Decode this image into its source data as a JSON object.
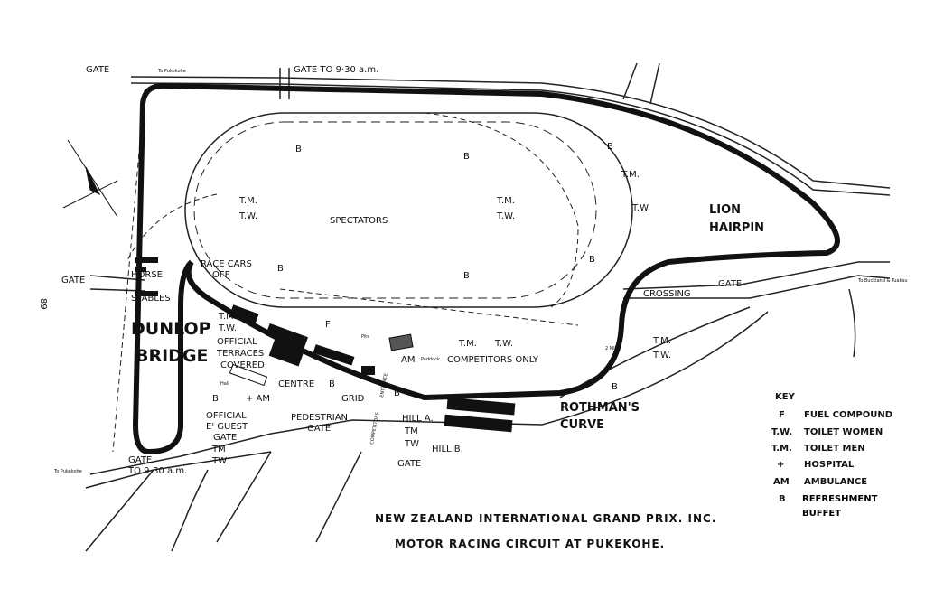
{
  "title_line1": "NEW ZEALAND INTERNATIONAL GRAND PRIX. INC.",
  "title_line2": "MOTOR RACING CIRCUIT AT PUKEKOHE.",
  "page_number": "89",
  "labels": {
    "gate_top_left": "GATE",
    "to_pukekohe_top": "To Pukekohe",
    "gate_top": "GATE TO 9·30 a.m.",
    "spectators": "SPECTATORS",
    "lion_hairpin_1": "LION",
    "lion_hairpin_2": "HAIRPIN",
    "crossing": "CROSSING",
    "gate_right": "GATE",
    "to_buckland": "To Buckland & Tuakau",
    "gate_left": "GATE",
    "horse": "HORSE",
    "stables": "STABLES",
    "race_cars_off_1": "RACE CARS",
    "race_cars_off_2": "OFF",
    "dunlop": "DUNLOP",
    "bridge": "BRIDGE",
    "official_terraces": "OFFICIAL",
    "terraces": "TERRACES",
    "covered": "COVERED",
    "hall": "Hall",
    "am_hall": "+ AM",
    "centre": "CENTRE",
    "grid": "GRID",
    "fuel": "F",
    "pits": "Pits",
    "am_paddock": "AM",
    "paddock": "Paddock",
    "competitors_only": "COMPETITORS ONLY",
    "entrance": "ENTRANCE",
    "competitors": "COMPETITORS",
    "mile": "2 MILE",
    "rothmans": "ROTHMAN'S",
    "curve": "CURVE",
    "official_guest_gate_1": "OFFICIAL",
    "official_guest_gate_2": "E' GUEST",
    "official_guest_gate_3": "GATE",
    "pedestrian_gate_1": "PEDESTRIAN",
    "pedestrian_gate_2": "GATE",
    "hill_a": "HILL A.",
    "hill_b": "HILL B.",
    "gate_bottom": "GATE",
    "gate_bottom_left_1": "GATE",
    "gate_bottom_left_2": "TO 9-30 a.m.",
    "to_pukekohe_bottom": "To Pukekohe",
    "tm": "T.M.",
    "tw": "T.W.",
    "tm_plain": "TM",
    "tw_plain": "TW",
    "b": "B"
  },
  "key": {
    "heading": "KEY",
    "items": [
      {
        "code": "F",
        "text": "FUEL COMPOUND"
      },
      {
        "code": "T.W.",
        "text": "TOILET WOMEN"
      },
      {
        "code": "T.M.",
        "text": "TOILET MEN"
      },
      {
        "code": "+",
        "text": "HOSPITAL"
      },
      {
        "code": "AM",
        "text": "AMBULANCE"
      },
      {
        "code": "B",
        "text": "REFRESHMENT BUFFET"
      }
    ]
  }
}
